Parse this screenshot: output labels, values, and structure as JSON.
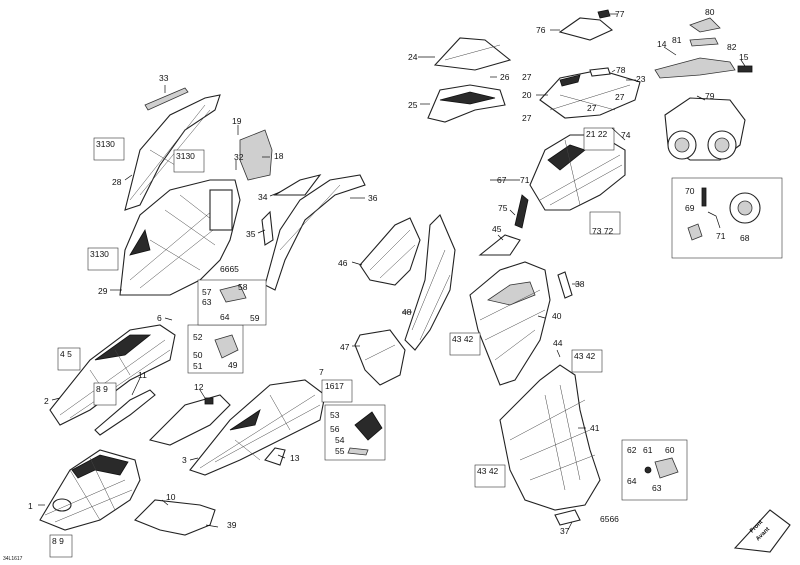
{
  "figure": {
    "reference_code": "34L1617",
    "front_badge": {
      "line1": "Front",
      "line2": "Avant"
    }
  },
  "labels": [
    "1",
    "2",
    "3",
    "4",
    "5",
    "6",
    "7",
    "8",
    "9",
    "10",
    "11",
    "12",
    "13",
    "14",
    "15",
    "16",
    "17",
    "18",
    "19",
    "20",
    "21",
    "22",
    "23",
    "24",
    "25",
    "26",
    "27",
    "28",
    "29",
    "30",
    "31",
    "32",
    "33",
    "34",
    "35",
    "36",
    "37",
    "38",
    "39",
    "40",
    "41",
    "42",
    "43",
    "44",
    "45",
    "46",
    "47",
    "48",
    "49",
    "50",
    "51",
    "52",
    "53",
    "54",
    "55",
    "56",
    "57",
    "58",
    "59",
    "60",
    "61",
    "62",
    "63",
    "64",
    "65",
    "66",
    "67",
    "68",
    "69",
    "70",
    "71",
    "72",
    "73",
    "74",
    "75",
    "76",
    "77",
    "78",
    "79",
    "80",
    "81",
    "82"
  ],
  "callouts": {
    "c1": "1",
    "c2": "2",
    "c3": "3",
    "c6": "6",
    "c7": "7",
    "c10": "10",
    "c11": "11",
    "c12": "12",
    "c13": "13",
    "c14": "14",
    "c15": "15",
    "c18": "18",
    "c19": "19",
    "c20": "20",
    "c23": "23",
    "c24": "24",
    "c25": "25",
    "c26": "26",
    "c27a": "27",
    "c27b": "27",
    "c27c": "27",
    "c27d": "27",
    "c28": "28",
    "c29": "29",
    "c32": "32",
    "c33": "33",
    "c34": "34",
    "c35": "35",
    "c36": "36",
    "c37": "37",
    "c38": "38",
    "c39": "39",
    "c40": "40",
    "c41": "41",
    "c44": "44",
    "c45": "45",
    "c46": "46",
    "c47": "47",
    "c48": "48",
    "c49": "49",
    "c50": "50",
    "c51": "51",
    "c52": "52",
    "c53": "53",
    "c54": "54",
    "c55": "55",
    "c56": "56",
    "c57": "57",
    "c58": "58",
    "c59": "59",
    "c60": "60",
    "c61": "61",
    "c62": "62",
    "c63a": "63",
    "c63b": "63",
    "c64a": "64",
    "c64b": "64",
    "c6566": "6566",
    "c6665": "6665",
    "c67": "67",
    "c68": "68",
    "c69": "69",
    "c70": "70",
    "c71a": "71",
    "c71b": "71",
    "c74": "74",
    "c75": "75",
    "c76": "76",
    "c77": "77",
    "c78": "78",
    "c79": "79",
    "c80": "80",
    "c81": "81",
    "c82": "82",
    "c3130a": "3130",
    "c3130b": "3130",
    "c3130c": "3130",
    "c45a": "4 5",
    "c89a": "8 9",
    "c89b": "8 9",
    "c1617": "1617",
    "c2122": "21 22",
    "c7372": "73 72",
    "c4342a": "43 42",
    "c4342b": "43 42",
    "c4342c": "43 42"
  },
  "icons": [
    "arrow-icon",
    "fastener-icon",
    "front-direction-badge"
  ]
}
